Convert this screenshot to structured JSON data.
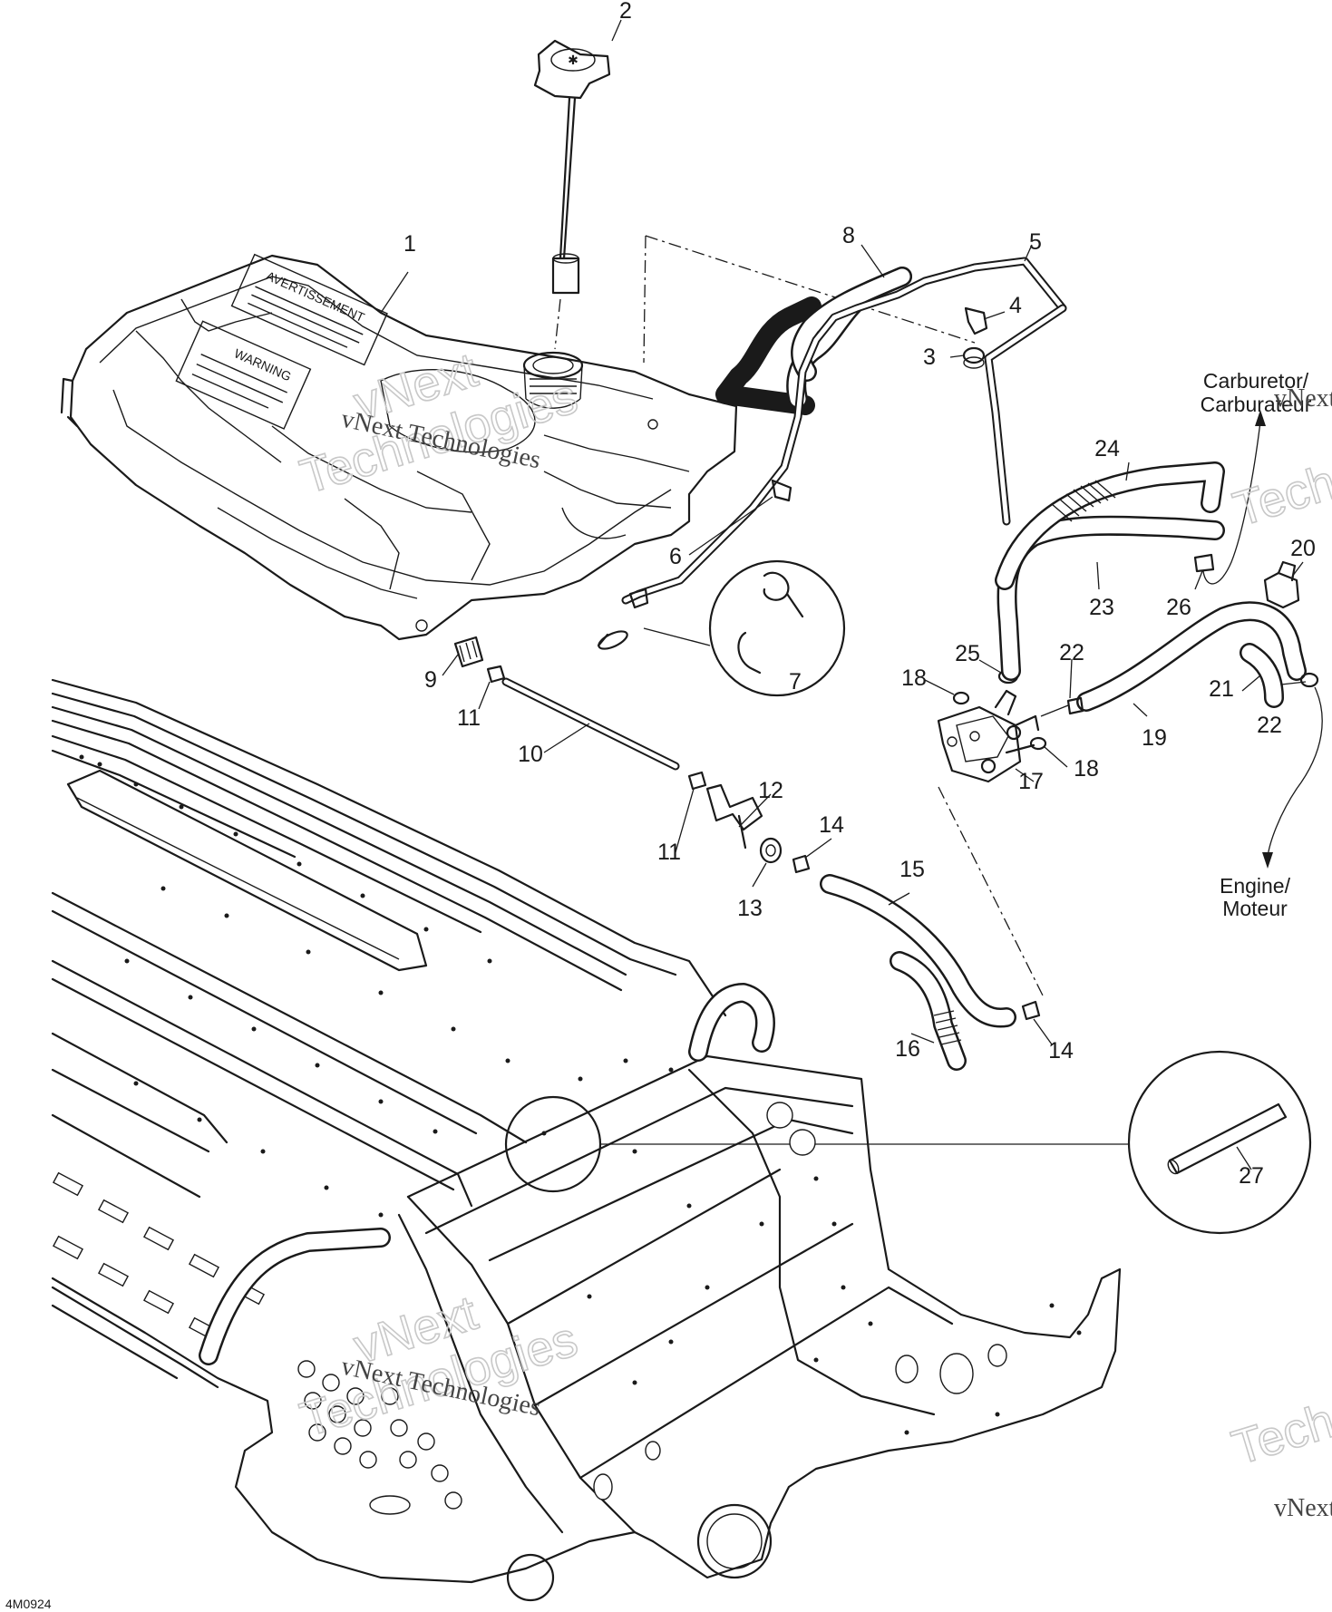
{
  "diagram_code": "4M0924",
  "callouts": [
    "1",
    "2",
    "3",
    "4",
    "5",
    "6",
    "7",
    "8",
    "9",
    "10",
    "11",
    "11",
    "12",
    "13",
    "14",
    "14",
    "15",
    "16",
    "17",
    "18",
    "18",
    "19",
    "20",
    "21",
    "22",
    "22",
    "23",
    "24",
    "25",
    "26",
    "27"
  ],
  "destinations": {
    "carburetor_line1": "Carburetor/",
    "carburetor_line2": "Carburateur",
    "engine_line1": "Engine/",
    "engine_line2": "Moteur"
  },
  "labels": {
    "warning": "WARNING",
    "avertissement": "AVERTISSEMENT"
  },
  "watermark": {
    "brand": "vNext Technologies",
    "line1": "vNext",
    "line2": "Technologies"
  }
}
